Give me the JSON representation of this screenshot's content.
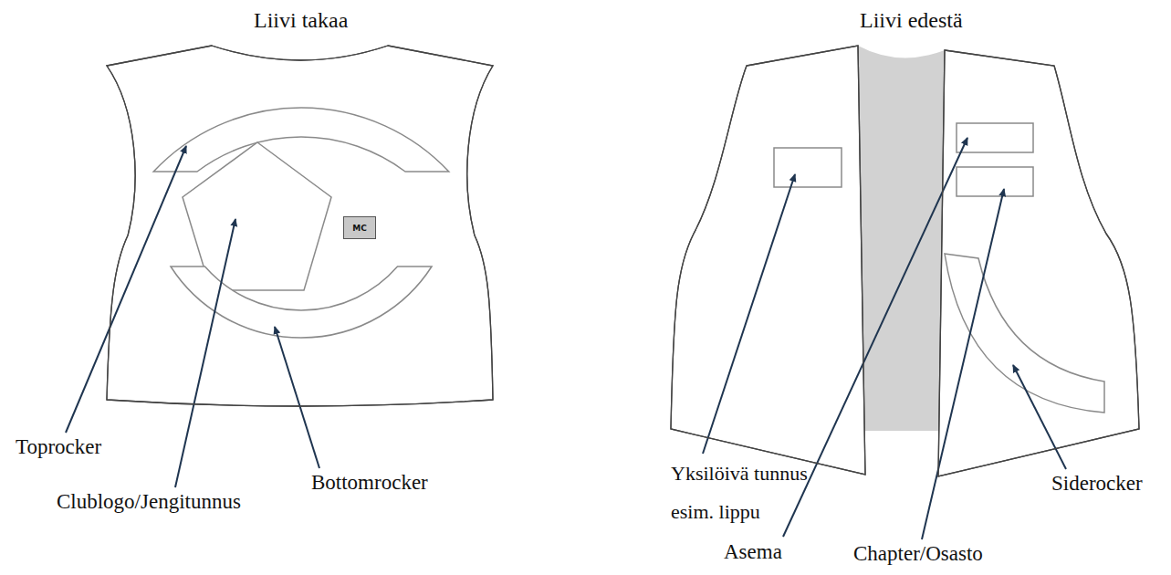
{
  "diagram": {
    "nodes": [
      {
        "text": [
          "Liivi takaa"
        ]
      },
      {
        "text": [
          "MC"
        ],
        "in": 0
      },
      {
        "text": [
          "Liivi edestä"
        ]
      }
    ],
    "labels": [
      "Toprocker",
      "Clublogo/Jengitunnus",
      "Bottomrocker",
      "Yksilöivä tunnus esim. lippu",
      "Asema",
      "Chapter/Osasto",
      "Siderocker"
    ]
  }
}
